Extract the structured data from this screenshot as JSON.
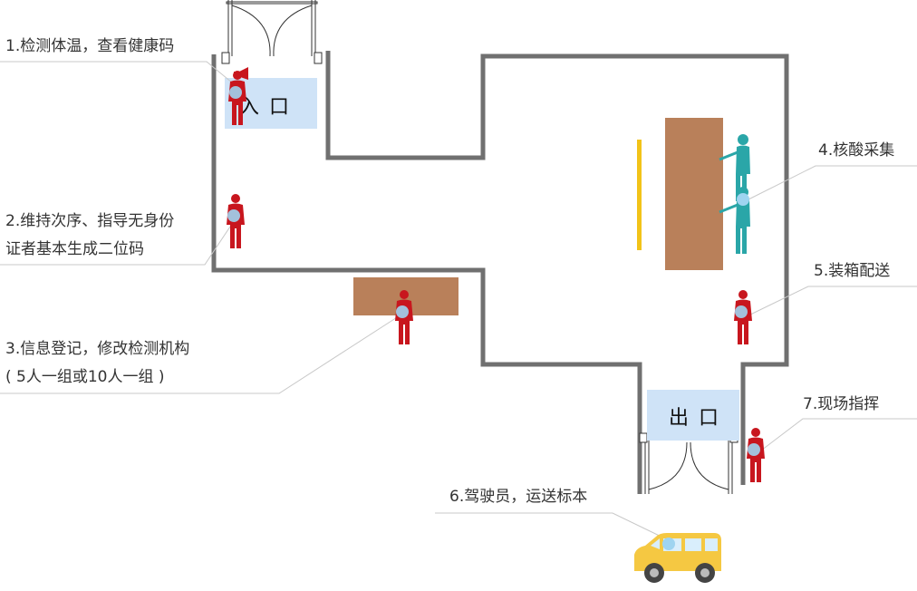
{
  "colors": {
    "wall": "#707070",
    "sign_bg": "#cfe3f7",
    "table": "#b9805a",
    "staff": "#c8161e",
    "medic": "#2aa6a8",
    "badge": "#9fd4f0",
    "leader": "#c8c8c8",
    "car": "#f5c842",
    "bar": "#f2c318"
  },
  "signs": {
    "entrance": "入 口",
    "exit": "出 口"
  },
  "steps": [
    {
      "id": "step1",
      "lines": [
        "1.检测体温，查看健康码"
      ]
    },
    {
      "id": "step2",
      "lines": [
        "2.维持次序、指导无身份",
        "证者基本生成二位码"
      ]
    },
    {
      "id": "step3",
      "lines": [
        "3.信息登记，修改检测机构",
        "( 5人一组或10人一组 )"
      ]
    },
    {
      "id": "step4",
      "lines": [
        "4.核酸采集"
      ]
    },
    {
      "id": "step5",
      "lines": [
        "5.装箱配送"
      ]
    },
    {
      "id": "step6",
      "lines": [
        "6.驾驶员，运送标本"
      ]
    },
    {
      "id": "step7",
      "lines": [
        "7.现场指挥"
      ]
    }
  ],
  "icons": {
    "staff": "person-icon",
    "medic": "medical-staff-icon",
    "megaphone": "megaphone-icon",
    "car": "car-icon",
    "door": "door-icon"
  }
}
